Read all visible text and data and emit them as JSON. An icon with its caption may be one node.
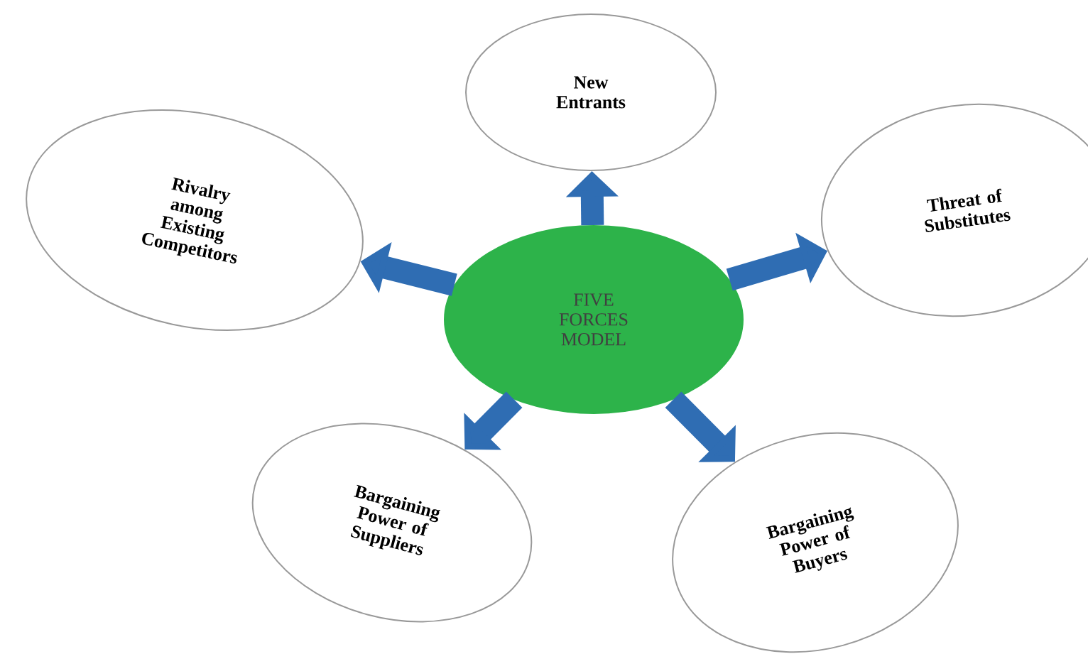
{
  "diagram": {
    "nodes": [
      {
        "text": [
          "New Entrants"
        ]
      },
      {
        "text": [
          "Rivalry among Existing Competitors"
        ]
      },
      {
        "text": [
          "Threat of Substitutes"
        ]
      },
      {
        "text": [
          "FIVE FORCES MODEL"
        ]
      },
      {
        "text": [
          "Bargaining Power of Suppliers"
        ]
      },
      {
        "text": [
          "Bargaining Power of Buyers"
        ]
      }
    ],
    "edges": [
      {
        "from": 3,
        "to": 0,
        "arrow": "to"
      },
      {
        "from": 3,
        "to": 1,
        "arrow": "to"
      },
      {
        "from": 3,
        "to": 2,
        "arrow": "to"
      },
      {
        "from": 3,
        "to": 4,
        "arrow": "to"
      },
      {
        "from": 3,
        "to": 5,
        "arrow": "to"
      }
    ]
  }
}
